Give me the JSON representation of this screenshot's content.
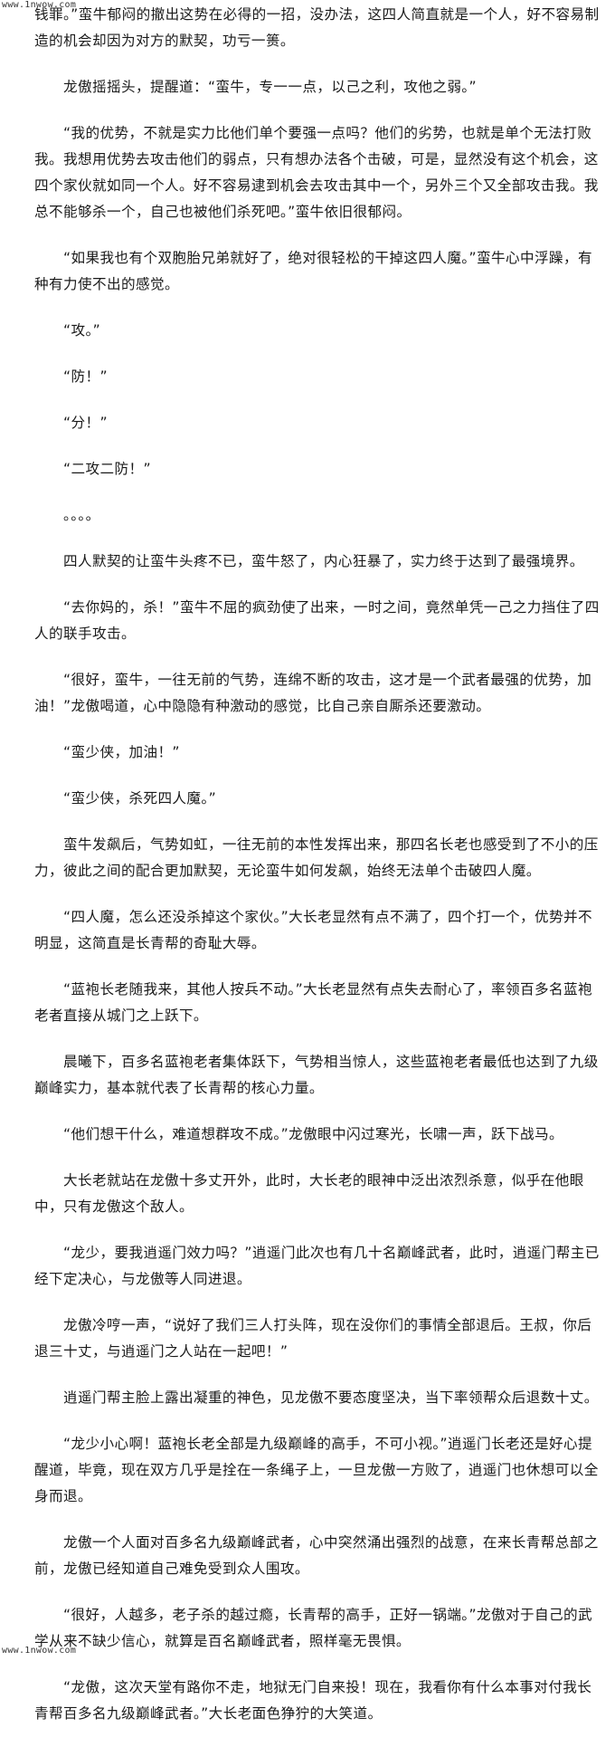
{
  "watermark": {
    "top": "www.1nwow.com",
    "bottom": "www.1nwow.com"
  },
  "paragraphs": [
    "钱罪。”蛮牛郁闷的撤出这势在必得的一招，没办法，这四人简直就是一个人，好不容易制造的机会却因为对方的默契，功亏一篑。",
    "龙傲摇摇头，提醒道：“蛮牛，专一一点，以己之利，攻他之弱。”",
    "“我的优势，不就是实力比他们单个要强一点吗？他们的劣势，也就是单个无法打败我。我想用优势去攻击他们的弱点，只有想办法各个击破，可是，显然没有这个机会，这四个家伙就如同一个人。好不容易逮到机会去攻击其中一个，另外三个又全部攻击我。我总不能够杀一个，自己也被他们杀死吧。”蛮牛依旧很郁闷。",
    "“如果我也有个双胞胎兄弟就好了，绝对很轻松的干掉这四人魔。”蛮牛心中浮躁，有种有力使不出的感觉。",
    "“攻。”",
    "“防！”",
    "“分！”",
    "“二攻二防！”",
    "。。。。",
    "四人默契的让蛮牛头疼不已，蛮牛怒了，内心狂暴了，实力终于达到了最强境界。",
    "“去你妈的，杀！”蛮牛不屈的疯劲使了出来，一时之间，竟然单凭一己之力挡住了四人的联手攻击。",
    "“很好，蛮牛，一往无前的气势，连绵不断的攻击，这才是一个武者最强的优势，加油！”龙傲喝道，心中隐隐有种激动的感觉，比自己亲自厮杀还要激动。",
    "“蛮少侠，加油！”",
    "“蛮少侠，杀死四人魔。”",
    "蛮牛发飙后，气势如虹，一往无前的本性发挥出来，那四名长老也感受到了不小的压力，彼此之间的配合更加默契，无论蛮牛如何发飙，始终无法单个击破四人魔。",
    "“四人魔，怎么还没杀掉这个家伙。”大长老显然有点不满了，四个打一个，优势并不明显，这简直是长青帮的奇耻大辱。",
    "“蓝袍长老随我来，其他人按兵不动。”大长老显然有点失去耐心了，率领百多名蓝袍老者直接从城门之上跃下。",
    "晨曦下，百多名蓝袍老者集体跃下，气势相当惊人，这些蓝袍老者最低也达到了九级巅峰实力，基本就代表了长青帮的核心力量。",
    "“他们想干什么，难道想群攻不成。”龙傲眼中闪过寒光，长啸一声，跃下战马。",
    "大长老就站在龙傲十多丈开外，此时，大长老的眼神中泛出浓烈杀意，似乎在他眼中，只有龙傲这个敌人。",
    "“龙少，要我逍遥门效力吗？”逍遥门此次也有几十名巅峰武者，此时，逍遥门帮主已经下定决心，与龙傲等人同进退。",
    "龙傲冷哼一声，“说好了我们三人打头阵，现在没你们的事情全部退后。王叔，你后退三十丈，与逍遥门之人站在一起吧！”",
    "逍遥门帮主脸上露出凝重的神色，见龙傲不要态度坚决，当下率领帮众后退数十丈。",
    "“龙少小心啊！蓝袍长老全部是九级巅峰的高手，不可小视。”逍遥门长老还是好心提醒道，毕竟，现在双方几乎是拴在一条绳子上，一旦龙傲一方败了，逍遥门也休想可以全身而退。",
    "龙傲一个人面对百多名九级巅峰武者，心中突然涌出强烈的战意，在来长青帮总部之前，龙傲已经知道自己难免受到众人围攻。",
    "“很好，人越多，老子杀的越过瘾，长青帮的高手，正好一锅端。”龙傲对于自己的武学从来不缺少信心，就算是百名巅峰武者，照样毫无畏惧。",
    "“龙傲，这次天堂有路你不走，地狱无门自来投！现在，我看你有什么本事对付我长青帮百多名九级巅峰武者。”大长老面色狰狞的大笑道。"
  ]
}
